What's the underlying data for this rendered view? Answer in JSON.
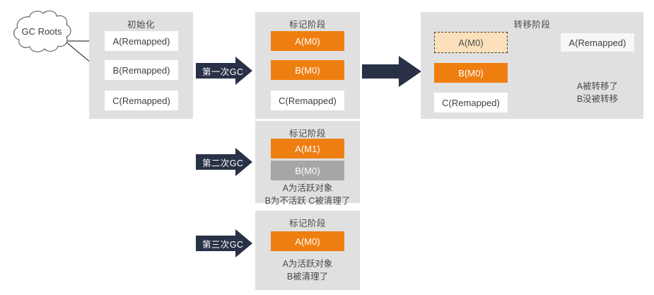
{
  "colors": {
    "panel_bg": "#e0e0e0",
    "orange": "#ef7e11",
    "gray": "#a6a6a6",
    "navy": "#283145",
    "dashed_fill": "#fbe0bb",
    "white": "#ffffff",
    "text": "#404040"
  },
  "root": {
    "label": "GC Roots"
  },
  "panels": {
    "init": {
      "title": "初始化",
      "boxes": [
        {
          "label": "A(Remapped)",
          "style": "white"
        },
        {
          "label": "B(Remapped)",
          "style": "white"
        },
        {
          "label": "C(Remapped)",
          "style": "white"
        }
      ]
    },
    "mark1": {
      "title": "标记阶段",
      "boxes": [
        {
          "label": "A(M0)",
          "style": "orange"
        },
        {
          "label": "B(M0)",
          "style": "orange"
        },
        {
          "label": "C(Remapped)",
          "style": "white"
        }
      ]
    },
    "relocate": {
      "title": "转移阶段",
      "boxes": [
        {
          "label": "A(M0)",
          "style": "dashed"
        },
        {
          "label": "A(Remapped)",
          "style": "offwhite"
        },
        {
          "label": "B(M0)",
          "style": "orange"
        },
        {
          "label": "C(Remapped)",
          "style": "white"
        }
      ],
      "note": "A被转移了\nB没被转移"
    },
    "mark2": {
      "title": "标记阶段",
      "boxes": [
        {
          "label": "A(M1)",
          "style": "orange"
        },
        {
          "label": "B(M0)",
          "style": "gray"
        }
      ],
      "note": "A为活跃对象\nB为不活跃  C被清理了"
    },
    "mark3": {
      "title": "标记阶段",
      "boxes": [
        {
          "label": "A(M0)",
          "style": "orange"
        }
      ],
      "note": "A为活跃对象\nB被清理了"
    }
  },
  "arrows": {
    "gc1": {
      "label": "第一次GC"
    },
    "gc2": {
      "label": "第二次GC"
    },
    "gc3": {
      "label": "第三次GC"
    },
    "to_relocate": {
      "label": ""
    },
    "relocate_dashed": {
      "label": ""
    }
  }
}
